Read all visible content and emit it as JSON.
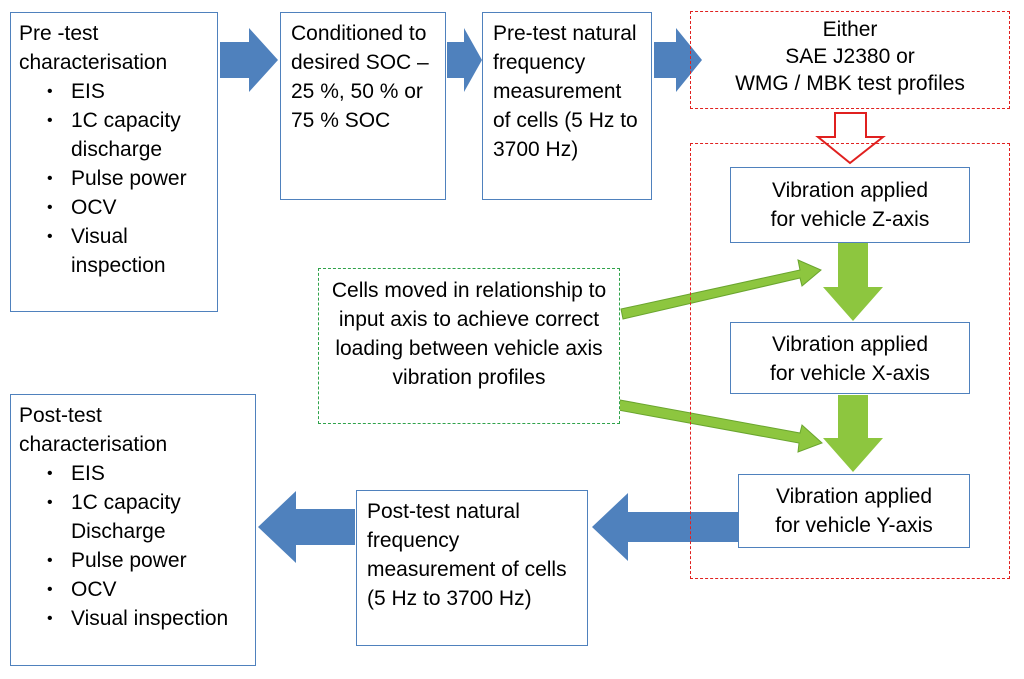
{
  "pre_test": {
    "title_lines": [
      "Pre -test",
      "characterisation"
    ],
    "items": [
      "EIS",
      "1C capacity discharge",
      "Pulse power",
      "OCV",
      "Visual inspection"
    ]
  },
  "conditioned": {
    "text": "Conditioned to desired SOC – 25 %, 50 % or 75 % SOC"
  },
  "pre_freq": {
    "text": "Pre-test natural frequency measurement of cells (5 Hz to 3700 Hz)"
  },
  "profiles": {
    "line1": "Either",
    "line2": "SAE J2380 or",
    "line3": "WMG / MBK test profiles"
  },
  "vib_z": {
    "line1": "Vibration applied",
    "line2": "for vehicle Z-axis"
  },
  "vib_x": {
    "line1": "Vibration applied",
    "line2": "for vehicle X-axis"
  },
  "vib_y": {
    "line1": "Vibration applied",
    "line2": "for vehicle Y-axis"
  },
  "cells_moved": {
    "text": "Cells moved in relationship to input axis to achieve correct loading between vehicle axis vibration profiles"
  },
  "post_freq": {
    "text": "Post-test natural frequency measurement of cells (5 Hz to 3700 Hz)"
  },
  "post_test": {
    "title_lines": [
      "Post-test",
      "characterisation"
    ],
    "items": [
      "EIS",
      "1C capacity Discharge",
      "Pulse power",
      "OCV",
      "Visual inspection"
    ]
  },
  "colors": {
    "box_border": "#4f81bd",
    "blue_arrow": "#4f81bd",
    "green_arrow": "#8dc63f",
    "red_dash": "#e0201f",
    "green_dash": "#2fa24a"
  }
}
